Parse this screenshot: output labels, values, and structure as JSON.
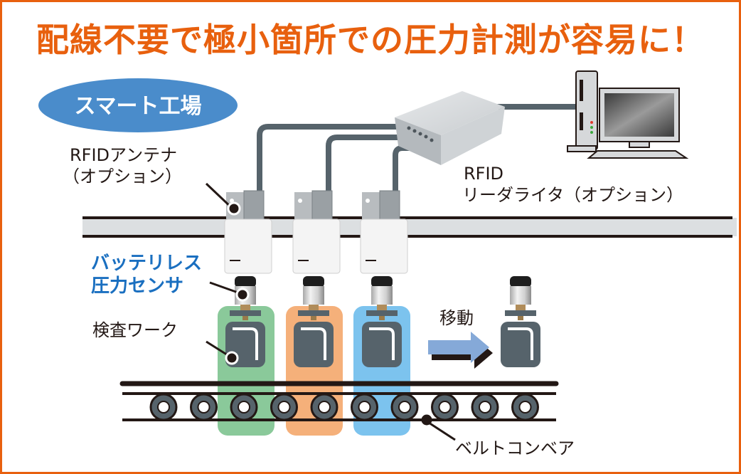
{
  "title": "配線不要で極小箇所での圧力計測が容易に！",
  "badge": {
    "label": "スマート工場",
    "color": "#4a8ccb"
  },
  "labels": {
    "antenna_line1": "RFIDアンテナ",
    "antenna_line2": "（オプション）",
    "reader_line1": "RFID",
    "reader_line2": "リーダライタ（オプション）",
    "sensor_line1": "バッテリレス",
    "sensor_line2": "圧力センサ",
    "workpiece": "検査ワーク",
    "move": "移動",
    "conveyor": "ベルトコンベア"
  },
  "colors": {
    "accent": "#e8600e",
    "cable": "#56636b",
    "highlight_green": "#8ac99a",
    "highlight_orange": "#f5b07a",
    "highlight_blue": "#7cc3ee",
    "arrow": "#85a9d8",
    "sensor_label": "#1a6fc0"
  },
  "stations": [
    {
      "highlight": "green"
    },
    {
      "highlight": "orange"
    },
    {
      "highlight": "blue"
    }
  ]
}
